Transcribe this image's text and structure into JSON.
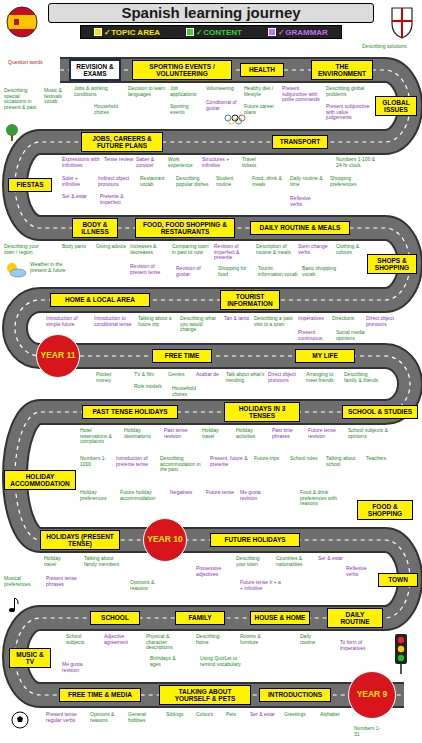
{
  "diagram": {
    "title": "Spanish learning journey",
    "nodes": [
      {
        "text": [
          "REVISION & EXAMS"
        ]
      },
      {
        "text": [
          "SPORTING EVENTS / VOLUNTEERING"
        ]
      },
      {
        "text": [
          "HEALTH"
        ]
      },
      {
        "text": [
          "THE ENVIRONMENT"
        ]
      },
      {
        "text": [
          "GLOBAL ISSUES"
        ]
      },
      {
        "text": [
          "JOBS, CAREERS & FUTURE PLANS"
        ]
      },
      {
        "text": [
          "TRANSPORT"
        ]
      },
      {
        "text": [
          "FIESTAS"
        ]
      },
      {
        "text": [
          "BODY & ILLNESS"
        ]
      },
      {
        "text": [
          "FOOD, FOOD SHOPPING & RESTAURANTS"
        ]
      },
      {
        "text": [
          "DAILY ROUTINE & MEALS"
        ]
      },
      {
        "text": [
          "SHOPS & SHOPPING"
        ]
      },
      {
        "text": [
          "HOME & LOCAL AREA"
        ]
      },
      {
        "text": [
          "TOURIST INFORMATION"
        ]
      },
      {
        "text": [
          "YEAR 11"
        ]
      },
      {
        "text": [
          "FREE TIME"
        ]
      },
      {
        "text": [
          "MY LIFE"
        ]
      },
      {
        "text": [
          "PAST TENSE HOLIDAYS"
        ]
      },
      {
        "text": [
          "HOLIDAYS IN 3 TENSES"
        ]
      },
      {
        "text": [
          "SCHOOL & STUDIES"
        ]
      },
      {
        "text": [
          "HOLIDAY ACCOMMODATION"
        ]
      },
      {
        "text": [
          "HOLIDAYS (PRESENT TENSE)"
        ]
      },
      {
        "text": [
          "YEAR 10"
        ]
      },
      {
        "text": [
          "FUTURE HOLIDAYS"
        ]
      },
      {
        "text": [
          "FOOD & SHOPPING"
        ]
      },
      {
        "text": [
          "TOWN"
        ]
      },
      {
        "text": [
          "SCHOOL"
        ]
      },
      {
        "text": [
          "FAMILY"
        ]
      },
      {
        "text": [
          "HOUSE & HOME"
        ]
      },
      {
        "text": [
          "DAILY ROUTINE"
        ]
      },
      {
        "text": [
          "MUSIC & TV"
        ]
      },
      {
        "text": [
          "FREE TIME & MEDIA"
        ]
      },
      {
        "text": [
          "TALKING ABOUT YOURSELF & PETS"
        ]
      },
      {
        "text": [
          "INTRODUCTIONS"
        ]
      },
      {
        "text": [
          "YEAR 9"
        ]
      }
    ],
    "labels": [
      "Question words",
      "Describing solutions",
      "Describing special occasions in present & past",
      "Music & festivals vocab",
      "Jobs & working conditions",
      "Household chores",
      "Decision to learn languages",
      "Job applications",
      "Sporting events",
      "Volunteering",
      "Conditional of gustar",
      "Healthy diet / lifestyle",
      "Future career plans",
      "Present subjunctive with polite commands",
      "Describing global problems",
      "Present subjunctive with value judgements",
      "Expressions with infinitives",
      "Tense review",
      "Saber & conocer",
      "Work experience",
      "Structures + infinitive",
      "Numbers 1-100 & 24-hr clock",
      "Soler + infinitive",
      "Ser & estar",
      "Indirect object pronouns",
      "Preterite & imperfect",
      "Restaurant vocab",
      "Describing popular dishes",
      "Student routine",
      "Food, drink & meals",
      "Daily routine & time",
      "Reflexive verbs",
      "Shopping preferences",
      "Travel tickets",
      "Describing your town / region",
      "Weather in the present & future",
      "Body parts",
      "Giving advice",
      "Increases & decreases",
      "Revision of present tense",
      "Comparing town in past to now",
      "Revision of imperfect & preterite",
      "Description of routine & meals",
      "Stem change verbs",
      "Clothing & colours",
      "Revision of gustar",
      "Shopping for food",
      "Tourist information vocab",
      "Basic shopping vocab",
      "Introduction of simple future",
      "Introduction to conditional tense",
      "Talking about a future trip",
      "Describing what you would change",
      "Tan & tanto",
      "Describing a past visit to a town",
      "Imperatives",
      "Directions",
      "Direct object pronouns",
      "Present continuous",
      "Social media opinions",
      "Pocket money",
      "TV & film",
      "Role models",
      "Genres",
      "Acabar de",
      "Talk about what's trending",
      "Direct object pronouns",
      "Arranging to meet friends",
      "Describing family & friends",
      "Household chores",
      "Hotel reservations & complaints",
      "Holiday destinations",
      "Past tense revision",
      "Holiday travel",
      "Holiday activities",
      "Past time phrases",
      "Future tense revision",
      "School subjects & opinions",
      "Numbers 1-1000",
      "Introduction of preterite tense",
      "Describing accommodation in the past",
      "Present, future & preterite",
      "Future trips",
      "School rules",
      "Talking about school",
      "Teachers",
      "Holiday preferences",
      "Future holiday accommodation",
      "Negatives",
      "Future tense",
      "Food & drink preferences with reasons",
      "Me gusta revision",
      "Holiday travel",
      "Musical preferences",
      "Present tense phrases",
      "Talking about family members",
      "Possessive adjectives",
      "Describing your town",
      "Countries & nationalities",
      "Ser & estar",
      "Reflexive verbs",
      "Future tense ir + a + infinitive",
      "Opinions & reasons",
      "School subjects",
      "Adjective agreement",
      "Physical & character descriptions",
      "Birthdays & ages",
      "Using QuizLet to remind vocabulary",
      "Describing home",
      "Rooms & furniture",
      "Daily routine",
      "To form of imperatives",
      "Me gusta revision",
      "Present tense regular verbs",
      "Opinions & reasons",
      "General hobbies",
      "Siblings",
      "Colours",
      "Pets",
      "Ser & estar",
      "Greetings",
      "Alphabet",
      "Numbers 1-31"
    ],
    "legend": [
      {
        "text": "✓TOPIC AREA",
        "color": "#f5e400"
      },
      {
        "text": "✓CONTENT",
        "color": "#3ccf3c"
      },
      {
        "text": "✓GRAMMAR",
        "color": "#c070f0"
      }
    ]
  }
}
